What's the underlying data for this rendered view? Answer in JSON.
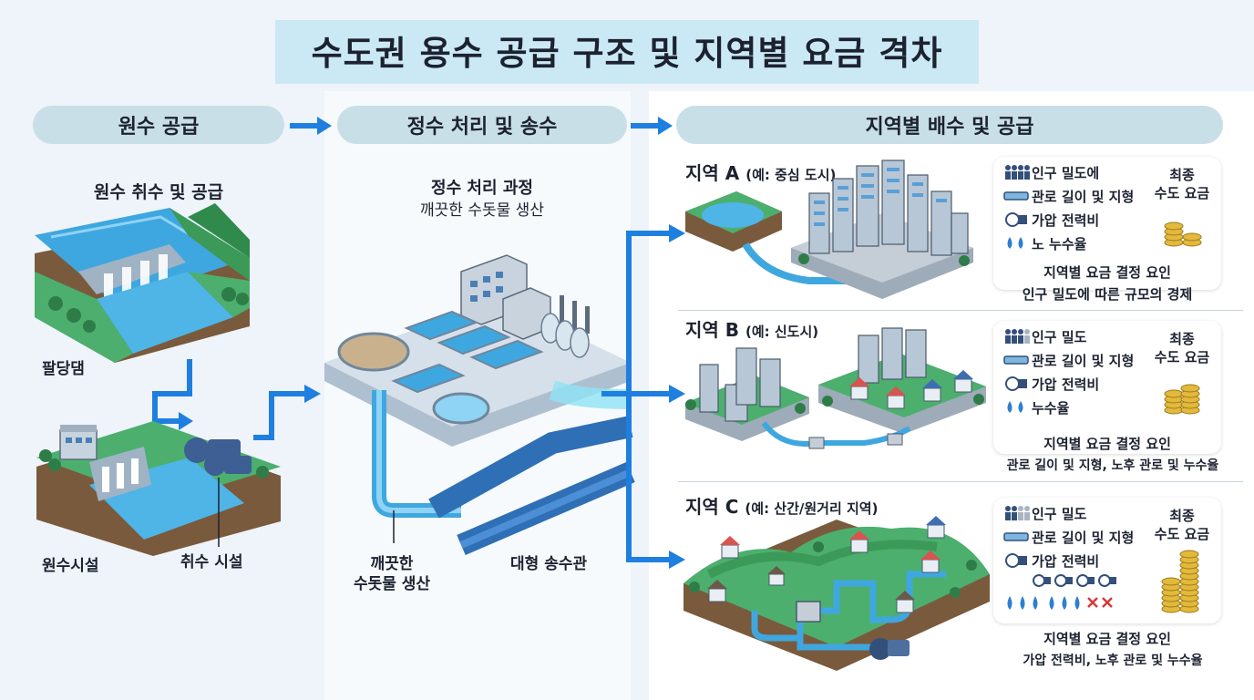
{
  "title": "수도권 용수 공급 구조 및 지역별 요금 격차",
  "stages": [
    {
      "label": "원수 공급"
    },
    {
      "label": "정수 처리 및 송수"
    },
    {
      "label": "지역별 배수 및 공급"
    }
  ],
  "source": {
    "subtitle": "원수 취수 및 공급",
    "dam_label": "팔당댐",
    "facility_label": "원수시설",
    "intake_label": "취수 시설"
  },
  "treatment": {
    "subtitle_line1": "정수 처리 과정",
    "subtitle_line2": "깨끗한 수돗물 생산",
    "clean_water_line1": "깨끗한",
    "clean_water_line2": "수돗물 생산",
    "pipe_label": "대형 송수관"
  },
  "regions": [
    {
      "name": "지역 A",
      "example": "(예: 중심 도시)",
      "factors": [
        "인구 밀도에",
        "관로 길이 및 지형",
        "가압 전력비",
        "노 누수율"
      ],
      "final_line1": "최종",
      "final_line2": "수도 요금",
      "summary_line1": "지역별 요금 결정 요인",
      "summary_line2": "인구 밀도에 따른 규모의 경제"
    },
    {
      "name": "지역 B",
      "example": "(예: 신도시)",
      "factors": [
        "인구 밀도",
        "관로 길이 및 지형",
        "가압 전력비",
        "누수율"
      ],
      "final_line1": "최종",
      "final_line2": "수도 요금",
      "summary_line1": "지역별 요금 결정 요인",
      "summary_line2": "관로 길이 및 지형, 노후 관로 및 누수율"
    },
    {
      "name": "지역 C",
      "example": "(예: 산간/원거리 지역)",
      "factors": [
        "인구 밀도",
        "관로 길이 및 지형",
        "가압 전력비"
      ],
      "final_line1": "최종",
      "final_line2": "수도 요금",
      "summary_line1": "지역별 요금 결정 요인",
      "summary_line2": "가압 전력비, 노후 관로 및 누수율"
    }
  ],
  "colors": {
    "accent_blue": "#1e7fe0",
    "pill_bg": "#c9dfe8",
    "title_highlight": "#cbe9f4",
    "water": "#4fb4e6",
    "grass": "#4caf6e",
    "coin": "#e3b93c"
  }
}
